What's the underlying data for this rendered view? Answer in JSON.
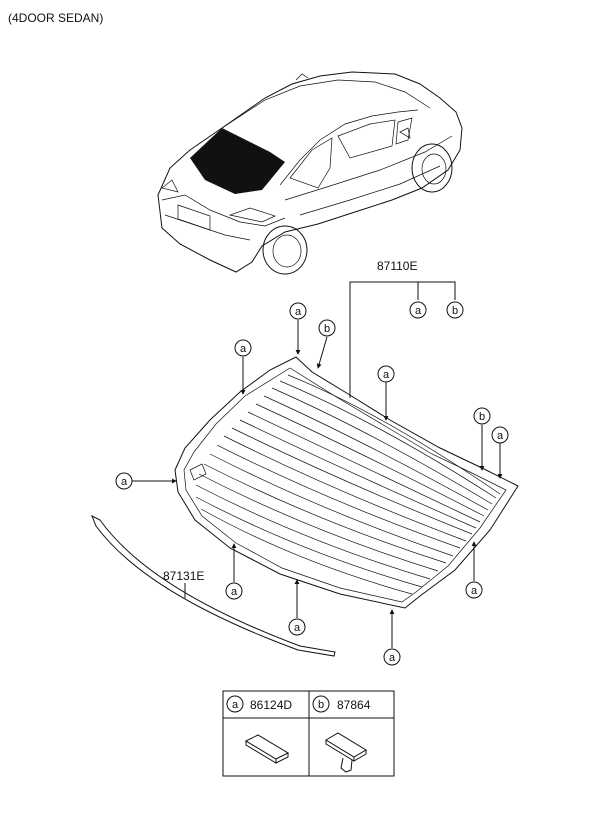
{
  "header": {
    "variant": "(4DOOR SEDAN)"
  },
  "parts": {
    "glass_assembly": "87110E",
    "moulding": "87131E"
  },
  "callout_letters": {
    "a": "a",
    "b": "b"
  },
  "legend": [
    {
      "letter": "a",
      "part_no": "86124D"
    },
    {
      "letter": "b",
      "part_no": "87864"
    }
  ]
}
